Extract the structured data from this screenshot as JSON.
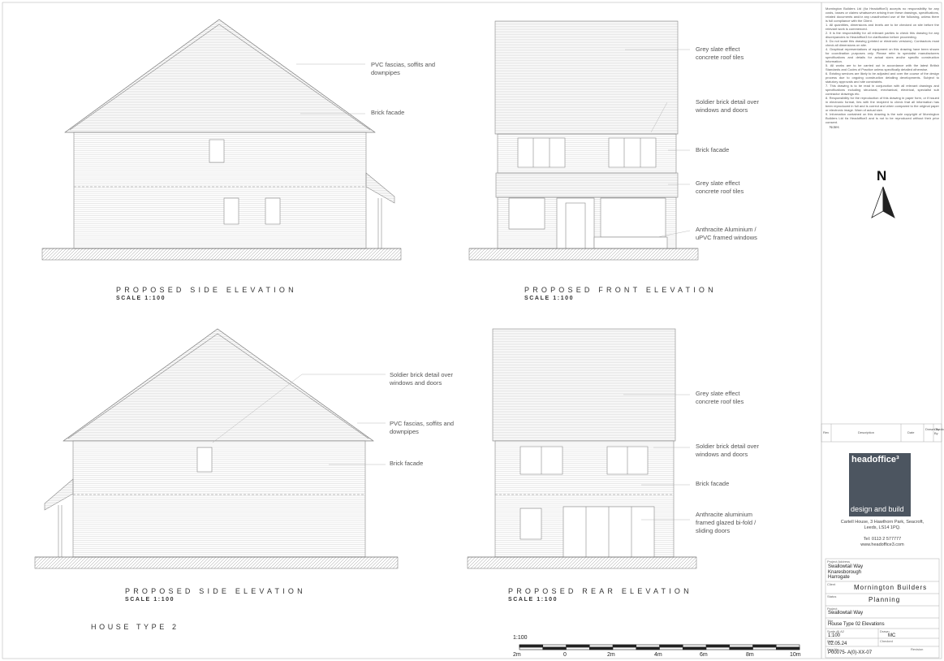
{
  "notes_text": "Mornington Builders Ltd (t/a Headoffice3) accepts no responsibility for any costs, losses or claims whatsoever arising from these drawings, specifications, related documents and/or any unauthorised use of the following, unless there is full compliance with the Client.\n1. All quantities, dimensions and levels are to be checked on site before the relevant work is commenced.\n2. It is the responsibility for all relevant parties to check this drawing for any discrepancies to Headoffice3 for clarification before proceeding.\n3. Do not scale this drawing (printed or electronic versions). Contractors must check all dimensions on site.\n4. Graphical representations of equipment on this drawing have been shown for coordination purposes only. Please refer to specialist manufacturers specifications and details for actual sizes and/or specific construction information.\n5. All works are to be carried out in accordance with the latest British Standards and Codes of Practice unless specifically detailed otherwise.\n6. Existing services are likely to be adjusted and over the course of the design process due to ongoing construction detailing developments. Subject to statutory approvals and site constraints.\n7. This drawing is to be read in conjunction with all relevant drawings and specifications including structural, mechanical, electrical, specialist sub contractor drawings etc.\n8. Responsibility for the reproduction of this drawing in paper form, or if issued in electronic format, lies with the recipient to check that all information has been reproduced in full and is correct and when compared to the original paper or electronic image. Warn of actual size.\n9. Information contained on this drawing is the sole copyright of Mornington Builders Ltd t/a Headoffice3 and is not to be reproduced without their prior consent.",
  "notes_label": "Notes",
  "revision_headers": {
    "rev": "Rev",
    "description": "Description",
    "date": "Date",
    "drawn": "Drawn By",
    "checked": "Checked By"
  },
  "logo": {
    "name": "headoffice³",
    "tagline": "design and build"
  },
  "company_address": "Cartell House, 3 Hawthorn Park, Seacroft,\nLeeds, LS14 1PQ.\n\nTel: 0113 2 577777\nwww.headoffice3.com",
  "title_block": {
    "project_address_label": "Project Address",
    "project_address": "Swallowtail Way\nKnaresborough\nHarrogate",
    "client_label": "Client",
    "client": "Mornington Builders",
    "status_label": "Status",
    "status": "Planning",
    "project_label": "Project",
    "project": "Swallowtail Way",
    "title_label": "Title",
    "title": "House Type 02 Elevations",
    "scale_label": "Scale @ A2",
    "scale": "1:100",
    "drawn_label": "Drawn",
    "drawn": "MC",
    "date_label": "Date",
    "date": "02.05.24",
    "checked_label": "Checked",
    "dwg_label": "Dwg No.",
    "dwg": "P00075- A(0)-XX-07",
    "revision_label": "Revision"
  },
  "views": {
    "side1": {
      "title": "PROPOSED SIDE ELEVATION",
      "scale": "SCALE 1:100"
    },
    "front": {
      "title": "PROPOSED FRONT ELEVATION",
      "scale": "SCALE 1:100"
    },
    "side2": {
      "title": "PROPOSED SIDE ELEVATION",
      "scale": "SCALE 1:100"
    },
    "rear": {
      "title": "PROPOSED REAR ELEVATION",
      "scale": "SCALE 1:100"
    }
  },
  "annotations": {
    "side1_fascias": "PVC fascias, soffits and\ndownpipes",
    "side1_brick": "Brick facade",
    "front_roof": "Grey slate effect\nconcrete roof tiles",
    "front_soldier": "Soldier brick detail over\nwindows and doors",
    "front_brick": "Brick facade",
    "front_canopy": "Grey slate effect\nconcrete roof tiles",
    "front_windows": "Anthracite Aluminium /\nuPVC framed windows",
    "side2_soldier": "Soldier brick detail over\nwindows and doors",
    "side2_fascias": "PVC fascias, soffits and\ndownpipes",
    "side2_brick": "Brick facade",
    "rear_roof": "Grey slate effect\nconcrete roof tiles",
    "rear_soldier": "Soldier brick detail over\nwindows and doors",
    "rear_brick": "Brick facade",
    "rear_bifold": "Anthracite aluminium\nframed glazed bi-fold /\nsliding doors"
  },
  "house_type": "HOUSE TYPE 2",
  "north_label": "N",
  "scale_bar": {
    "label": "1:100",
    "ticks": [
      "2m",
      "0",
      "2m",
      "4m",
      "6m",
      "8m",
      "10m"
    ]
  }
}
